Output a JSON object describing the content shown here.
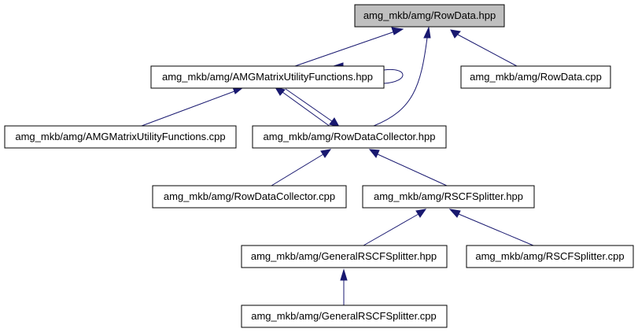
{
  "diagram": {
    "colors": {
      "edge": "#191970",
      "node_fill": "#ffffff",
      "highlight_fill": "#bfbfbf",
      "border": "#000000"
    },
    "nodes": {
      "rowdata_hpp": {
        "label": "amg_mkb/amg/RowData.hpp",
        "highlighted": true
      },
      "amgmuf_hpp": {
        "label": "amg_mkb/amg/AMGMatrixUtilityFunctions.hpp"
      },
      "rowdata_cpp": {
        "label": "amg_mkb/amg/RowData.cpp"
      },
      "amgmuf_cpp": {
        "label": "amg_mkb/amg/AMGMatrixUtilityFunctions.cpp"
      },
      "rdc_hpp": {
        "label": "amg_mkb/amg/RowDataCollector.hpp"
      },
      "rdc_cpp": {
        "label": "amg_mkb/amg/RowDataCollector.cpp"
      },
      "rscf_hpp": {
        "label": "amg_mkb/amg/RSCFSplitter.hpp"
      },
      "grscf_hpp": {
        "label": "amg_mkb/amg/GeneralRSCFSplitter.hpp"
      },
      "rscf_cpp": {
        "label": "amg_mkb/amg/RSCFSplitter.cpp"
      },
      "grscf_cpp": {
        "label": "amg_mkb/amg/GeneralRSCFSplitter.cpp"
      }
    },
    "edges": [
      {
        "from": "amgmuf_hpp",
        "to": "rowdata_hpp"
      },
      {
        "from": "rowdata_cpp",
        "to": "rowdata_hpp"
      },
      {
        "from": "rdc_hpp",
        "to": "rowdata_hpp"
      },
      {
        "from": "amgmuf_hpp",
        "to": "amgmuf_hpp"
      },
      {
        "from": "amgmuf_cpp",
        "to": "amgmuf_hpp"
      },
      {
        "from": "rdc_hpp",
        "to": "amgmuf_hpp"
      },
      {
        "from": "amgmuf_hpp",
        "to": "rdc_hpp"
      },
      {
        "from": "rdc_cpp",
        "to": "rdc_hpp"
      },
      {
        "from": "rscf_hpp",
        "to": "rdc_hpp"
      },
      {
        "from": "grscf_hpp",
        "to": "rscf_hpp"
      },
      {
        "from": "rscf_cpp",
        "to": "rscf_hpp"
      },
      {
        "from": "grscf_cpp",
        "to": "grscf_hpp"
      }
    ]
  }
}
